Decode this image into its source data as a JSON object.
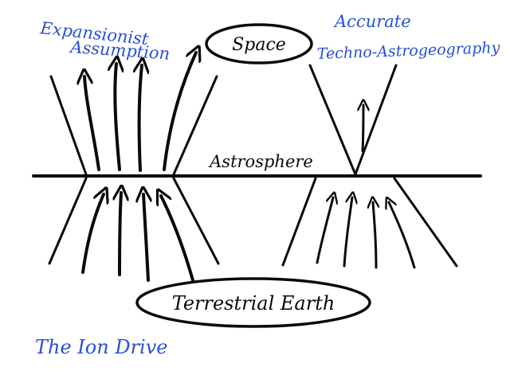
{
  "labels": {
    "expansionist_line1": "Expansionist",
    "expansionist_line2": "Assumption",
    "space": "Space",
    "accurate_line1": "Accurate",
    "accurate_line2": "Techno-Astrogeography",
    "astrosphere": "Astrosphere",
    "terrestrial_earth": "Terrestrial Earth",
    "the_ion_drive": "The Ion Drive"
  },
  "colors": {
    "ink": "#0a0a0a",
    "annotation_blue": "#2a4fd6",
    "background": "#ffffff"
  }
}
